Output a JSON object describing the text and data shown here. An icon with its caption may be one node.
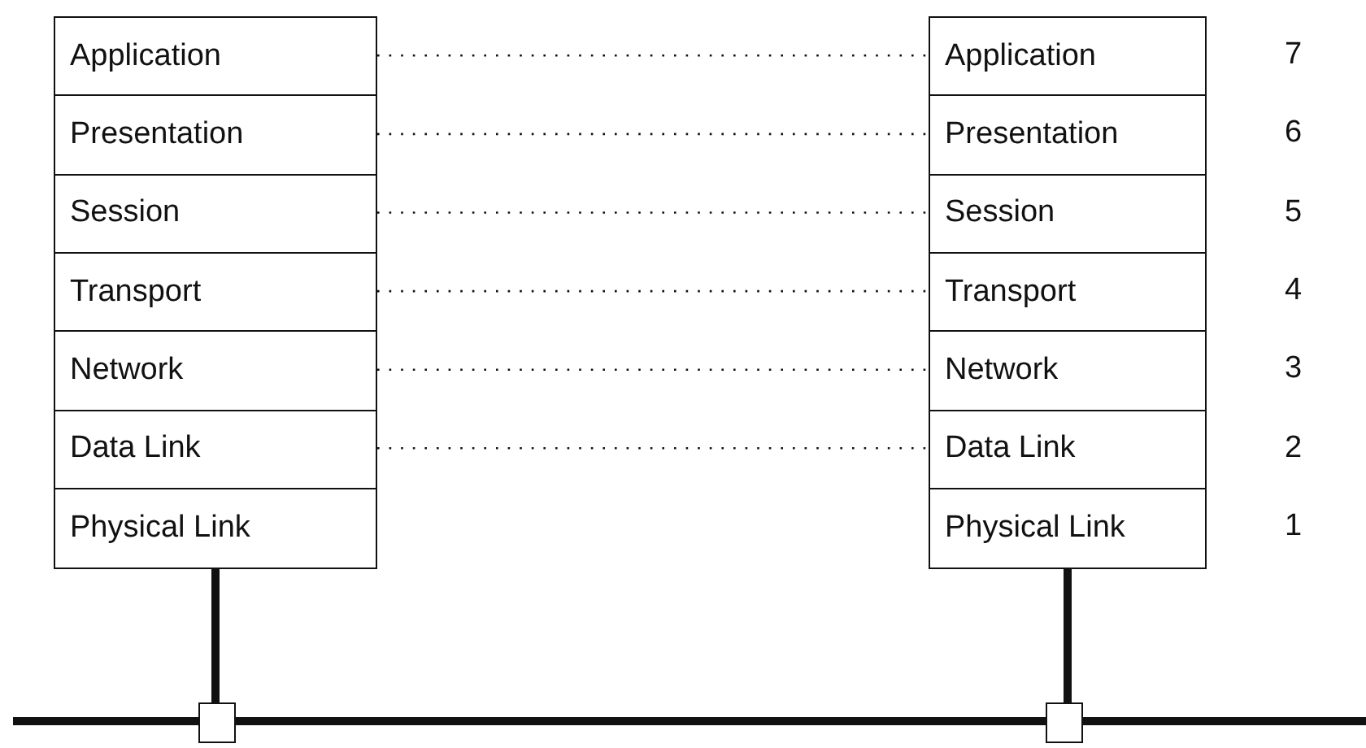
{
  "diagram": {
    "nodes": [
      {
        "text": [
          "Application"
        ]
      },
      {
        "text": [
          "Presentation"
        ]
      },
      {
        "text": [
          "Session"
        ]
      },
      {
        "text": [
          "Transport"
        ]
      },
      {
        "text": [
          "Network"
        ]
      },
      {
        "text": [
          "Data Link"
        ]
      },
      {
        "text": [
          "Physical Link"
        ]
      },
      {
        "text": [
          "Application"
        ]
      },
      {
        "text": [
          "Presentation"
        ]
      },
      {
        "text": [
          "Session"
        ]
      },
      {
        "text": [
          "Transport"
        ]
      },
      {
        "text": [
          "Network"
        ]
      },
      {
        "text": [
          "Data Link"
        ]
      },
      {
        "text": [
          "Physical Link"
        ]
      },
      {
        "text": [],
        "shape": "box"
      },
      {
        "text": [],
        "shape": "box"
      }
    ],
    "edges": [
      {
        "from": 0,
        "to": 7,
        "arrow": "none",
        "style": "dashed"
      },
      {
        "from": 1,
        "to": 8,
        "arrow": "none",
        "style": "dashed"
      },
      {
        "from": 2,
        "to": 9,
        "arrow": "none",
        "style": "dashed"
      },
      {
        "from": 3,
        "to": 10,
        "arrow": "none",
        "style": "dashed"
      },
      {
        "from": 4,
        "to": 11,
        "arrow": "none",
        "style": "dashed"
      },
      {
        "from": 5,
        "to": 12,
        "arrow": "none",
        "style": "dashed"
      },
      {
        "from": 6,
        "to": 14,
        "arrow": "none",
        "style": "thick"
      },
      {
        "from": 13,
        "to": 15,
        "arrow": "none",
        "style": "thick"
      },
      {
        "from": null,
        "to": 14,
        "arrow": "none",
        "style": "thick"
      },
      {
        "from": 14,
        "to": 15,
        "arrow": "none",
        "style": "thick"
      },
      {
        "from": 15,
        "to": null,
        "arrow": "none",
        "style": "thick"
      }
    ],
    "labels": [
      "7",
      "6",
      "5",
      "4",
      "3",
      "2",
      "1"
    ]
  }
}
